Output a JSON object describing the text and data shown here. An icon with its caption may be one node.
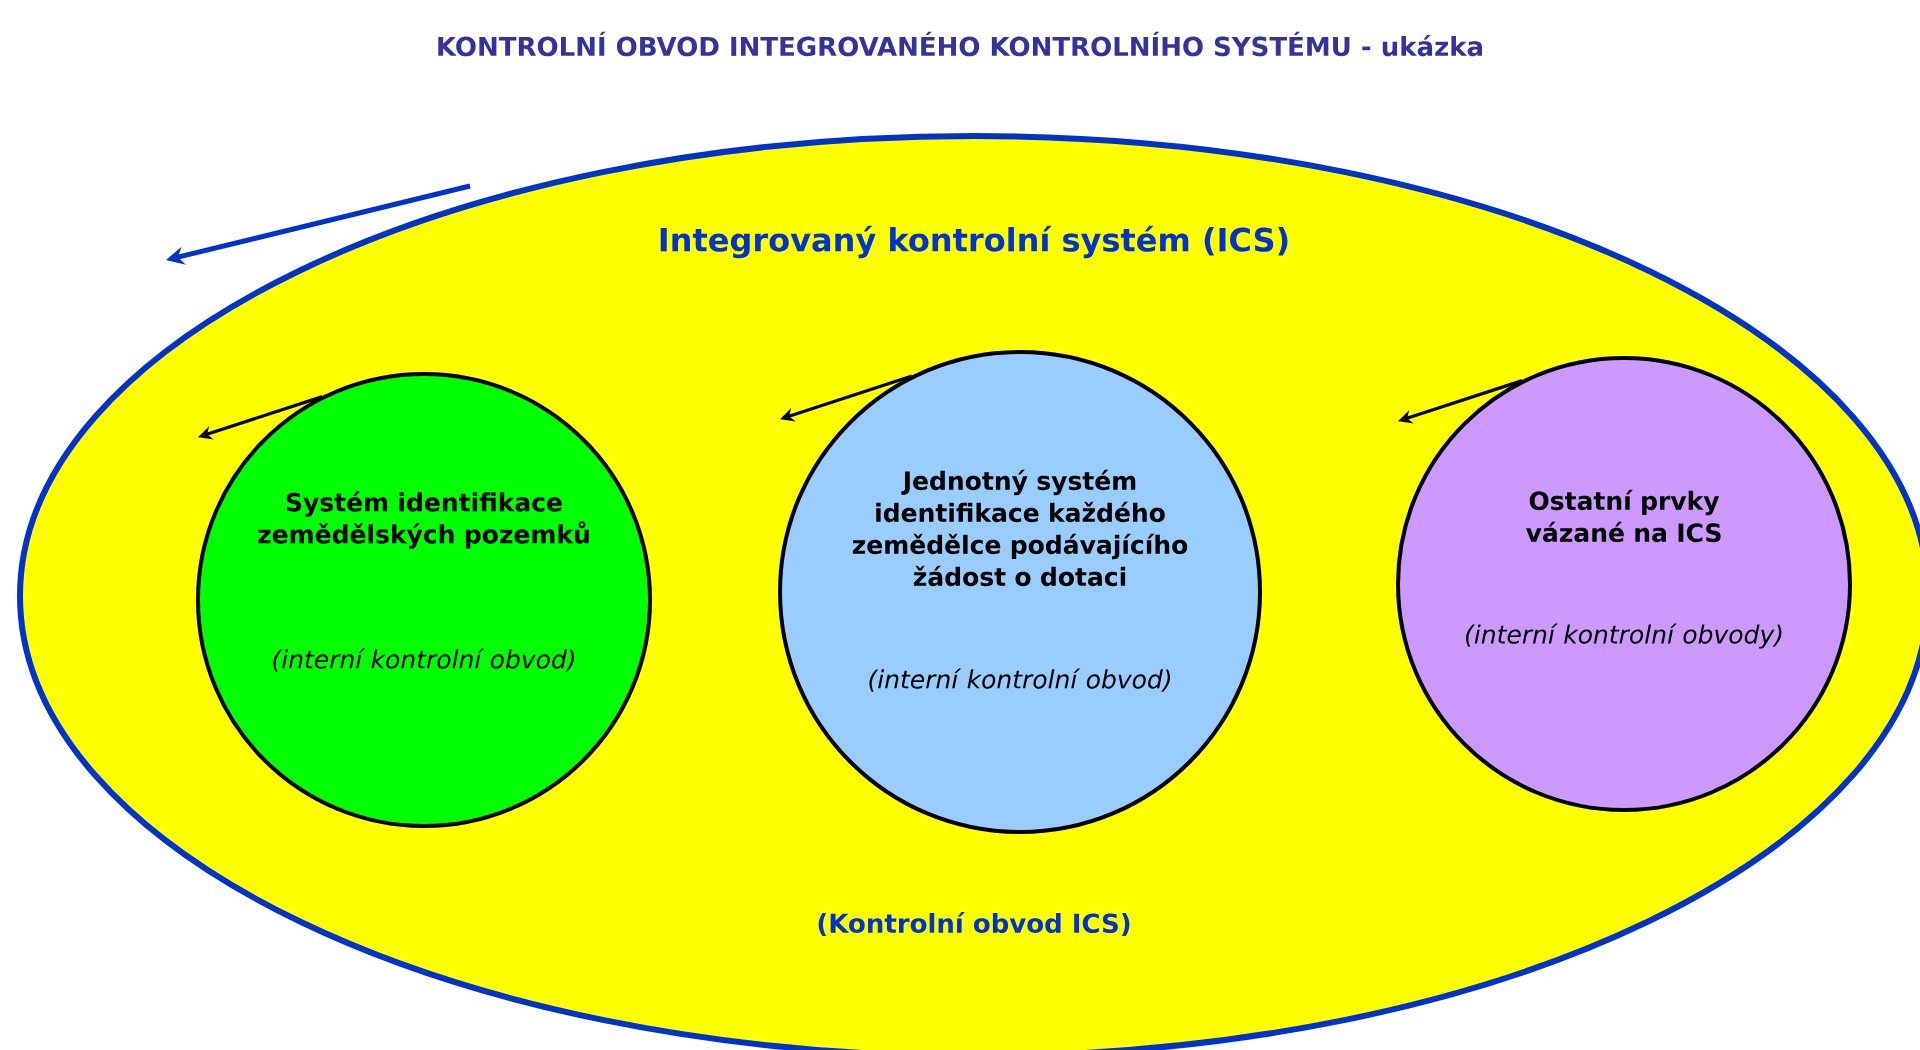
{
  "diagram": {
    "title": "KONTROLNÍ OBVOD INTEGROVANÉHO KONTROLNÍHO SYSTÉMU - ukázka",
    "nodes": [
      {
        "text": [
          "Integrovaný kontrolní systém (ICS)",
          "(Kontrolní obvod ICS)"
        ]
      },
      {
        "text": [
          "Systém identifikace zemědělských pozemků",
          "(interní kontrolní obvod)"
        ],
        "in": 0
      },
      {
        "text": [
          "Jednotný systém identifikace každého zemědělce podávajícího žádost o dotaci",
          "(interní kontrolní obvod)"
        ],
        "in": 0
      },
      {
        "text": [
          "Ostatní prvky vázané na ICS",
          "(interní kontrolní obvody)"
        ],
        "in": 0
      }
    ]
  }
}
